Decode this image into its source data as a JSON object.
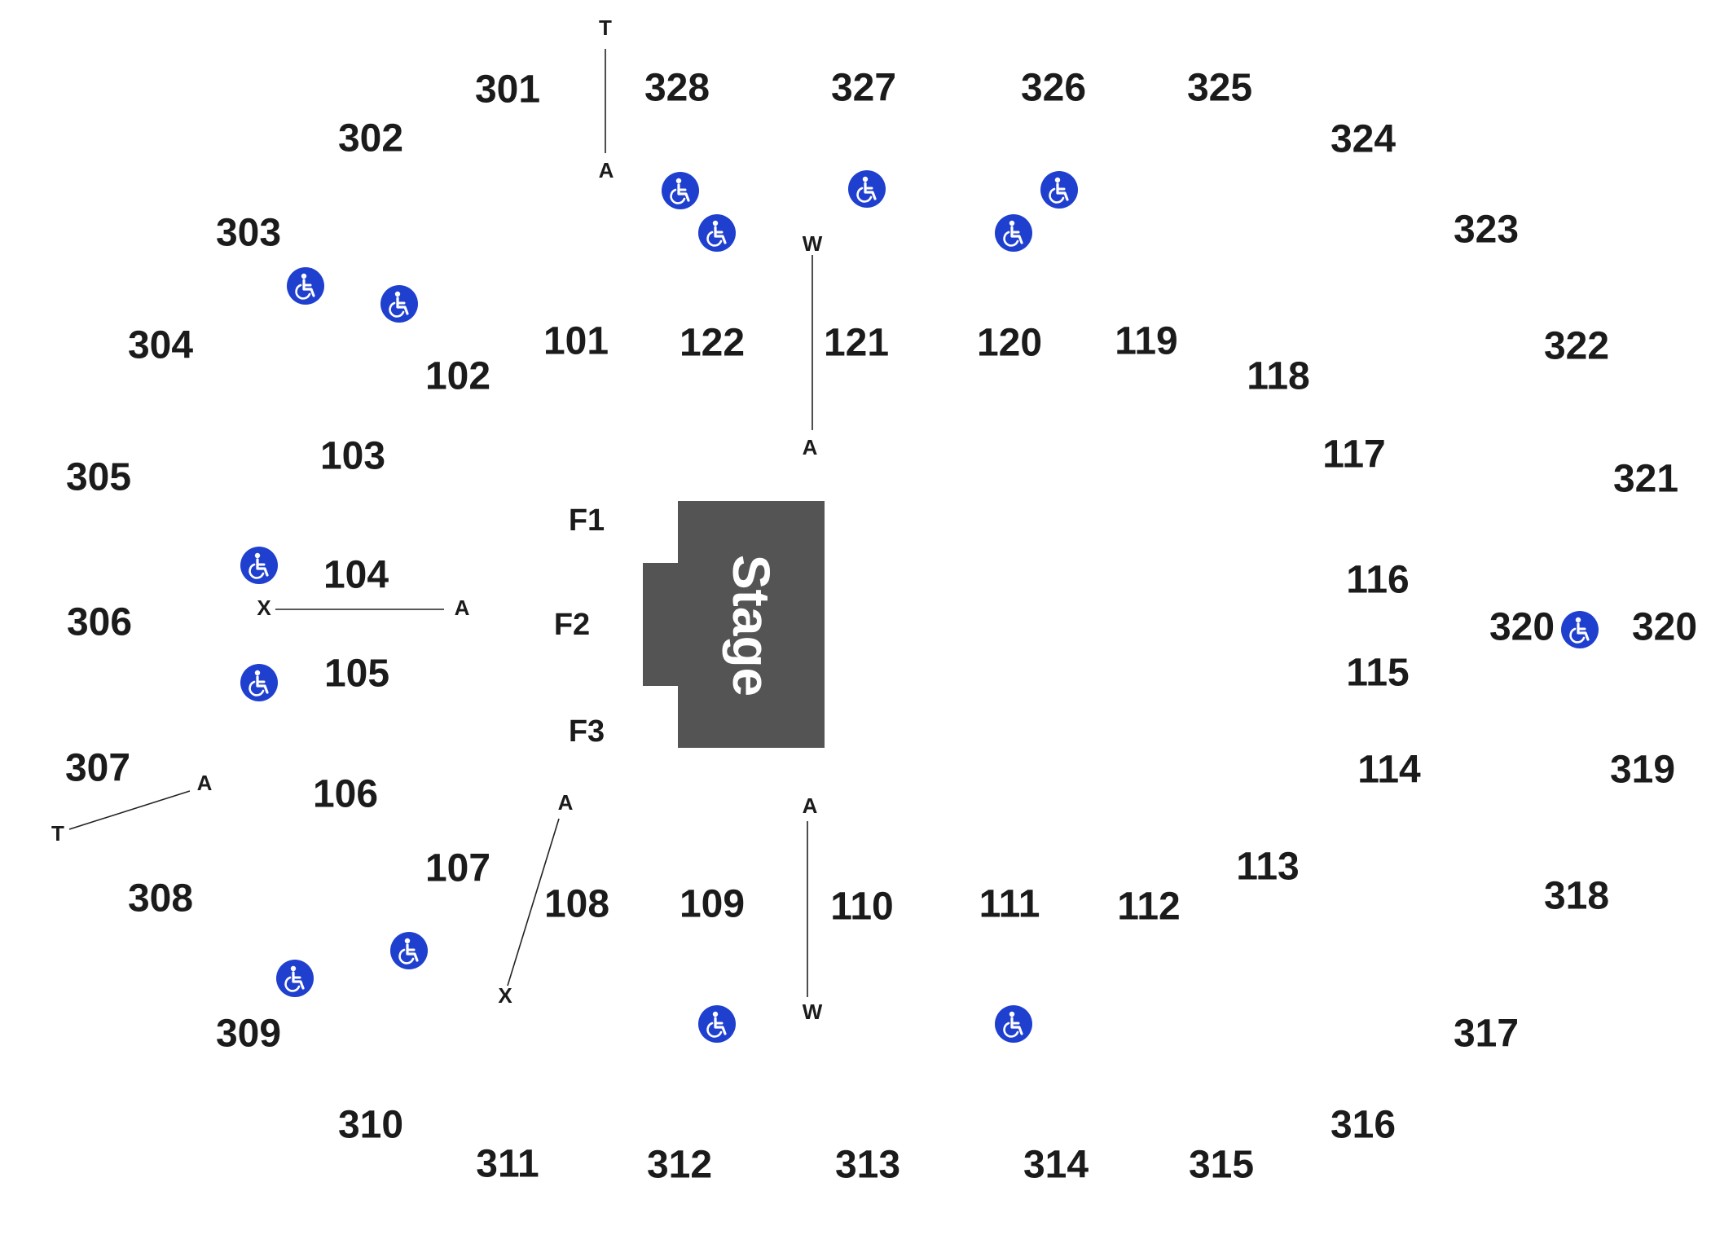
{
  "colors": {
    "stage": "#545454",
    "accessible_icon": "#1f3fcf",
    "text": "#1b1b1b",
    "background": "#ffffff"
  },
  "stage": {
    "label": "Stage"
  },
  "icons": {
    "accessible": "wheelchair-accessible-icon"
  },
  "sections": {
    "s101": "101",
    "s102": "102",
    "s103": "103",
    "s104": "104",
    "s105": "105",
    "s106": "106",
    "s107": "107",
    "s108": "108",
    "s109": "109",
    "s110": "110",
    "s111": "111",
    "s112": "112",
    "s113": "113",
    "s114": "114",
    "s115": "115",
    "s116": "116",
    "s117": "117",
    "s118": "118",
    "s119": "119",
    "s120": "120",
    "s121": "121",
    "s122": "122",
    "s301": "301",
    "s302": "302",
    "s303": "303",
    "s304": "304",
    "s305": "305",
    "s306": "306",
    "s307": "307",
    "s308": "308",
    "s309": "309",
    "s310": "310",
    "s311": "311",
    "s312": "312",
    "s313": "313",
    "s314": "314",
    "s315": "315",
    "s316": "316",
    "s317": "317",
    "s318": "318",
    "s319": "319",
    "s320a": "320",
    "s320b": "320",
    "s321": "321",
    "s322": "322",
    "s323": "323",
    "s324": "324",
    "s325": "325",
    "s326": "326",
    "s327": "327",
    "s328": "328"
  },
  "floor": {
    "f1": "F1",
    "f2": "F2",
    "f3": "F3"
  },
  "rows": {
    "top_T": "T",
    "top_A": "A",
    "w_top_W": "W",
    "w_top_A": "A",
    "left_X": "X",
    "left_A": "A",
    "lower_left_A": "A",
    "lower_left_T": "T",
    "diag_A": "A",
    "diag_X": "X",
    "w_bottom_A": "A",
    "w_bottom_W": "W"
  }
}
